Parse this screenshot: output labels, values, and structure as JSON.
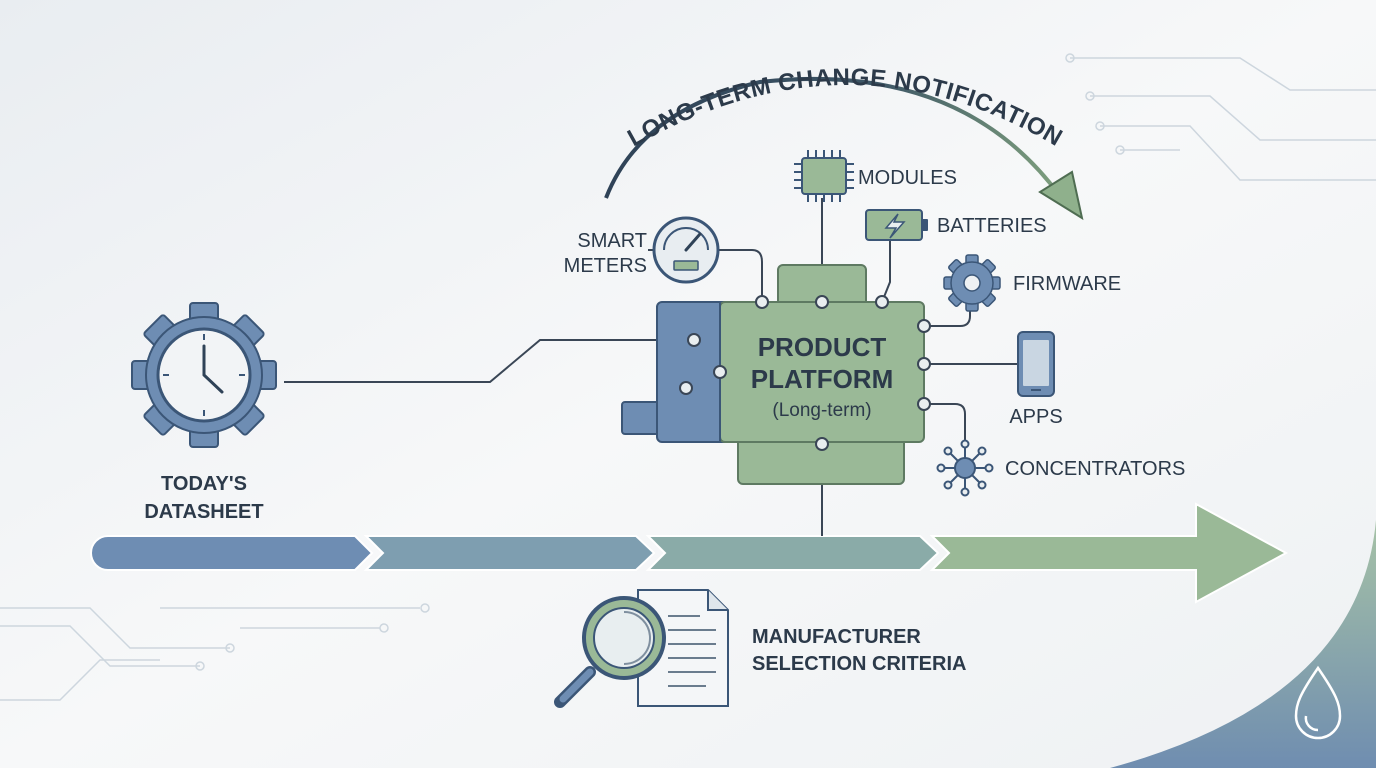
{
  "title": "LONG-TERM CHANGE NOTIFICATION",
  "colors": {
    "blue": "#6e8db3",
    "blue_dark": "#4f6d92",
    "green": "#9ab997",
    "green_dark": "#7fa07e",
    "navy": "#2f4257",
    "line": "#3a4656",
    "background": "#f1f4f6"
  },
  "left_item": {
    "line1": "TODAY'S",
    "line2": "DATASHEET",
    "icon": "clock-gear-icon"
  },
  "center": {
    "line1": "PRODUCT",
    "line2": "PLATFORM",
    "line3": "(Long-term)"
  },
  "components": {
    "smart_meters": {
      "line1": "SMART",
      "line2": "METERS",
      "icon": "meter-gauge-icon"
    },
    "modules": {
      "label": "MODULES",
      "icon": "chip-icon"
    },
    "batteries": {
      "label": "BATTERIES",
      "icon": "battery-icon"
    },
    "firmware": {
      "label": "FIRMWARE",
      "icon": "gear-icon"
    },
    "apps": {
      "label": "APPS",
      "icon": "smartphone-icon"
    },
    "concentrators": {
      "label": "CONCENTRATORS",
      "icon": "hub-network-icon"
    }
  },
  "bottom_item": {
    "line1": "MANUFACTURER",
    "line2": "SELECTION CRITERIA",
    "icon": "document-magnifier-icon"
  },
  "corner_icon": "water-drop-icon"
}
